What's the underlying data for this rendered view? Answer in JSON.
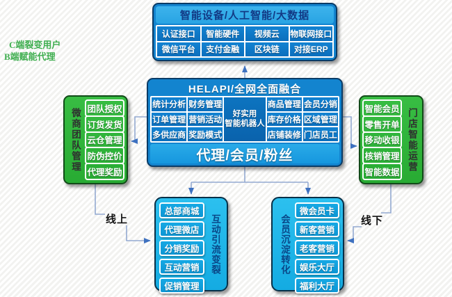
{
  "palette": {
    "box_blue": "#1384cf",
    "blue_border": "#0a3b66",
    "cell_blue": "#0b6fbd",
    "cell_blue_dark": "#0a62ac",
    "title_band": "#28a4e3",
    "title_text": "#123a85",
    "footer_band": "#1697de",
    "green": "#28ab33",
    "green_border": "#114a18",
    "green_label": "#2f2f2f",
    "cyan": "#14abe2",
    "cyan_cell": "#0c96d4",
    "cyan_border": "#083048",
    "cyan_label": "#0a4687",
    "annotation_green": "#3fae4f",
    "label_dark": "#111111",
    "line": "#93a9d1",
    "arrow": "#3e71c0"
  },
  "annotations": {
    "line1": "C端裂变用户",
    "line2": "B端赋能代理",
    "online_label": "线上",
    "offline_label": "线下"
  },
  "top_box": {
    "title": "智能设备/人工智能/大数据",
    "cells": [
      "认证接口",
      "智能硬件",
      "视频云",
      "物联网接口",
      "微信平台",
      "支付金融",
      "区块链",
      "对接ERP"
    ]
  },
  "center_box": {
    "header": "HELAPI/全网全面融合",
    "footer": "代理/会员/粉丝",
    "left_cells": [
      "统计分析",
      "财务管理",
      "订单管理",
      "营销活动",
      "多供应商",
      "奖励模式"
    ],
    "robot_lines": [
      "好实用",
      "智能机器人"
    ],
    "right_cells": [
      "商品管理",
      "会员分销",
      "库存价格",
      "区域管理",
      "店铺装修",
      "门店员工"
    ]
  },
  "left_box": {
    "label": "微商团队管理",
    "items": [
      "团队授权",
      "订货发货",
      "云仓管理",
      "防伪控价",
      "代理奖励"
    ]
  },
  "right_box": {
    "label": "门店智能运营",
    "items": [
      "智能会员",
      "零售开单",
      "移动收银",
      "核销管理",
      "智能数据"
    ]
  },
  "bottom_left_box": {
    "label": "互动引流变裂",
    "items": [
      "总部商城",
      "代理微店",
      "分销奖励",
      "互动营销",
      "促销管理"
    ]
  },
  "bottom_right_box": {
    "label": "会员沉淀转化",
    "items": [
      "微会员卡",
      "新客营销",
      "老客营销",
      "娱乐大厅",
      "福利大厅"
    ]
  }
}
